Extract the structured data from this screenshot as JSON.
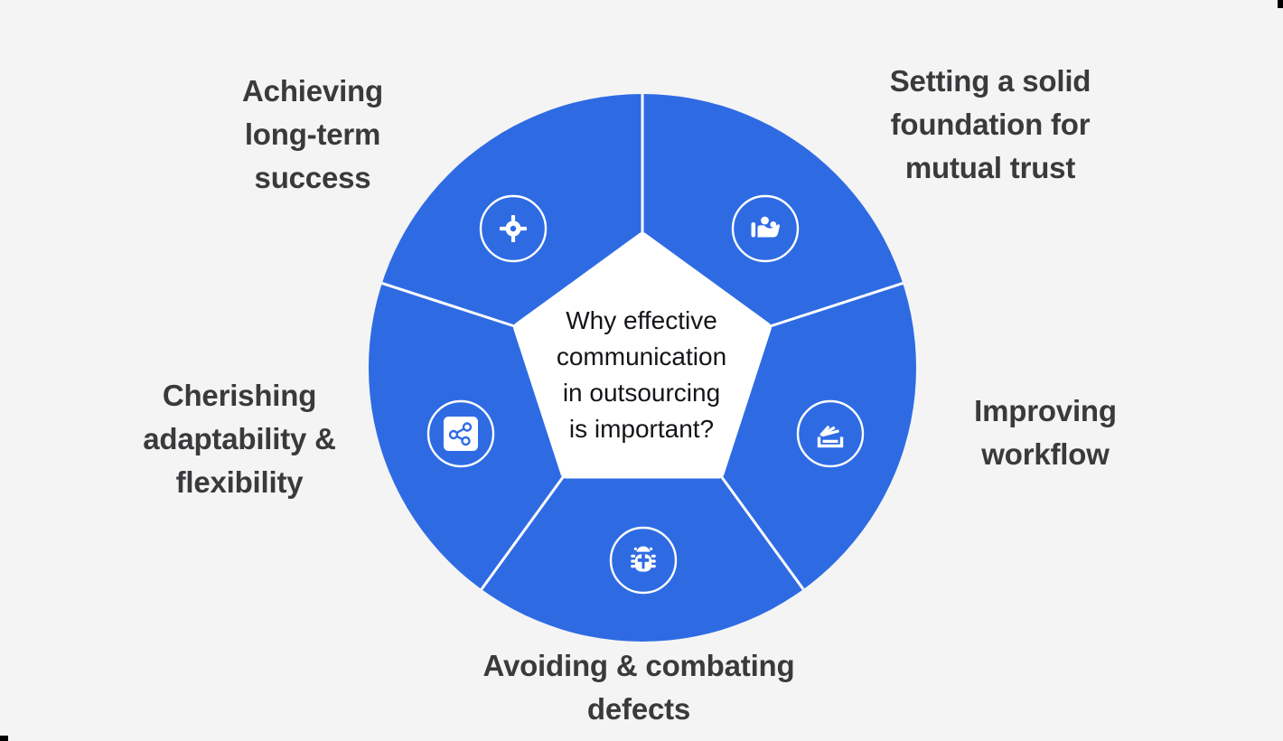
{
  "center": {
    "full": "Why effective communication in outsourcing is important?",
    "lines": [
      "Why effective",
      "communication",
      "in outsourcing",
      "is important?"
    ]
  },
  "segments": [
    {
      "label": "Achieving long-term success",
      "lines": [
        "Achieving",
        "long-term",
        "success"
      ],
      "icon": "target-icon"
    },
    {
      "label": "Setting a solid foundation for mutual trust",
      "lines": [
        "Setting a solid",
        "foundation for",
        "mutual trust"
      ],
      "icon": "hand-holding-people-icon"
    },
    {
      "label": "Improving workflow",
      "lines": [
        "Improving",
        "workflow"
      ],
      "icon": "stacked-layers-icon"
    },
    {
      "label": "Avoiding & combating defects",
      "lines": [
        "Avoiding & combating",
        "defects"
      ],
      "icon": "bug-icon"
    },
    {
      "label": "Cherishing adaptability & flexibility",
      "lines": [
        "Cherishing",
        "adaptability &",
        "flexibility"
      ],
      "icon": "share-network-icon"
    }
  ],
  "colors": {
    "segment_blue": "#2e6be3",
    "background": "#f4f4f5",
    "label_text": "#3a3a3c",
    "center_text": "#141519",
    "icon_white": "#ffffff"
  }
}
